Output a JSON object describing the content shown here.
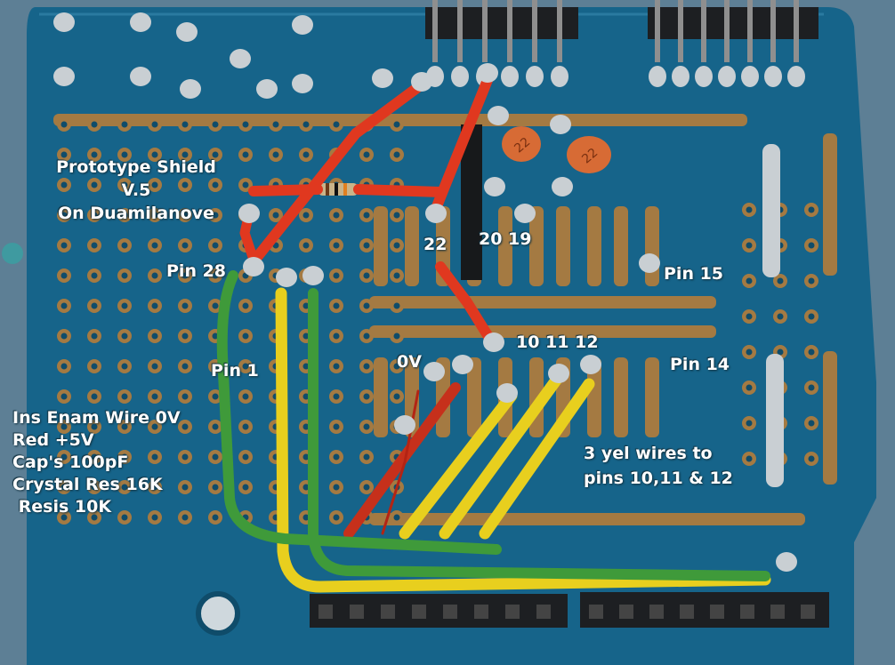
{
  "title": [
    "Prototype Shield",
    "V.5",
    "On Duamilanove"
  ],
  "labels": {
    "pin28": "Pin 28",
    "pin1": "Pin 1",
    "pin15": "Pin 15",
    "pin14": "Pin 14",
    "zero_v": "0V",
    "n22": "22",
    "n20_19": "20 19",
    "n10_11_12": "10 11 12"
  },
  "legend": [
    "Ins Enam Wire 0V",
    "Red +5V",
    "Cap's 100pF",
    "Crystal Res 16K",
    " Resis 10K"
  ],
  "note": [
    "3 yel wires to",
    "pins 10,11 & 12"
  ],
  "capacitor_marking": "22",
  "colors": {
    "background": "#5d7f95",
    "board": "#16648a",
    "copper": "#a47a42",
    "solder": "#c9cfd3",
    "wire_red": "#e0381f",
    "wire_yellow": "#e8cf1e",
    "wire_green": "#3f9a3a",
    "capacitor": "#d76b35",
    "header": "#1d1f22"
  }
}
